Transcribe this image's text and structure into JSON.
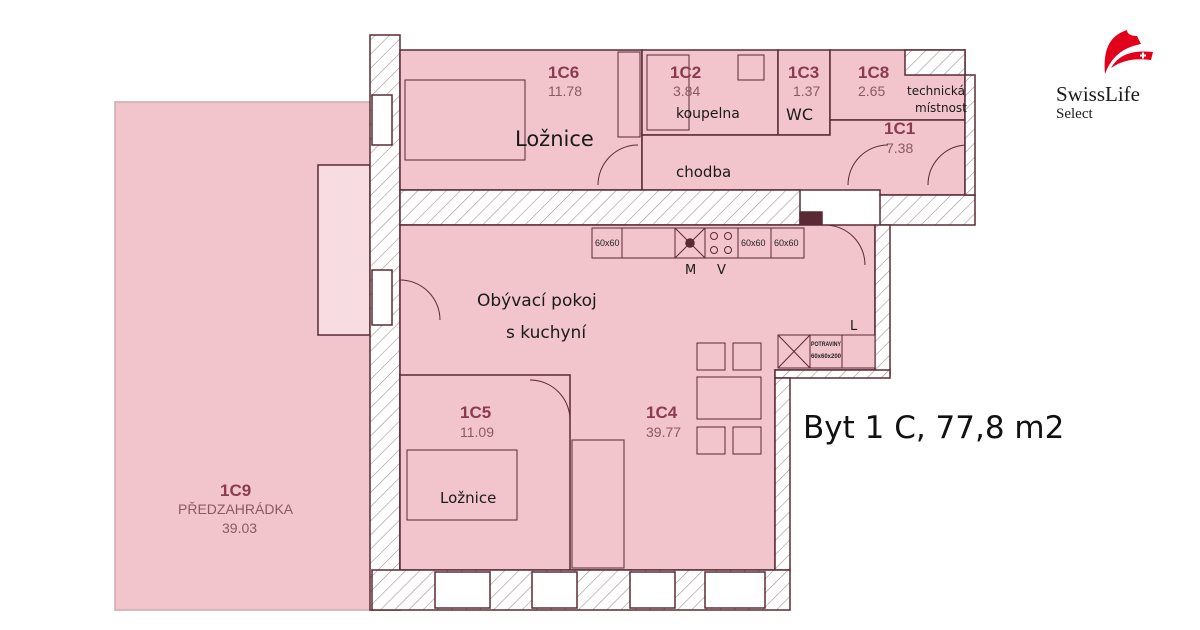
{
  "plan": {
    "rooms": [
      {
        "code": "1C6",
        "area": "11.78",
        "name": "Ložnice"
      },
      {
        "code": "1C2",
        "area": "3.84",
        "name": "koupelna"
      },
      {
        "code": "1C3",
        "area": "1.37",
        "name": "WC"
      },
      {
        "code": "1C8",
        "area": "2.65",
        "name": "technická",
        "name2": "místnost"
      },
      {
        "code": "1C1",
        "area": "7.38",
        "name": "chodba"
      },
      {
        "code": "1C4",
        "area": "39.77",
        "name": "Obývací pokoj",
        "name2": "s kuchyní"
      },
      {
        "code": "1C5",
        "area": "11.09",
        "name": "Ložnice"
      },
      {
        "code": "1C9",
        "area": "39.03",
        "name": "PŘEDZAHRÁDKA"
      }
    ],
    "kitchen": {
      "cabinet": "60x60",
      "m": "M",
      "v": "V"
    },
    "pantry": {
      "label1": "POTRAVINY",
      "label2": "60x60x200",
      "l": "L"
    },
    "colors": {
      "room": "#f2c4cc",
      "wall": "#8a3c4c",
      "hatch": "#b9a0a6"
    }
  },
  "listing": {
    "title": "Byt 1 C, 77,8 m2"
  },
  "brand": {
    "name": "SwissLife",
    "sub": "Select",
    "color": "#e3001b"
  }
}
